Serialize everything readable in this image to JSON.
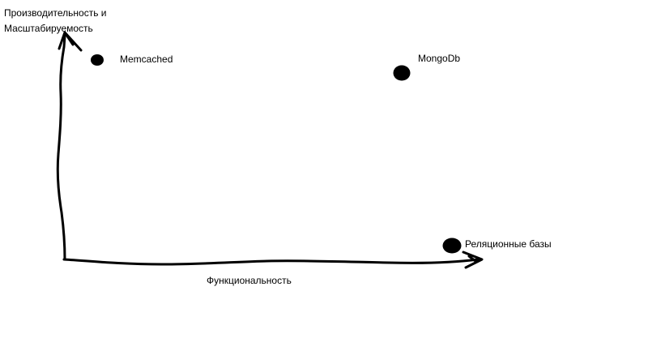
{
  "diagram": {
    "axis_y_label_line1": "Производительность и",
    "axis_y_label_line2": "Масштабируемость",
    "axis_x_label": "Функциональность",
    "ink_color": "#000000",
    "background_color": "#ffffff",
    "points": [
      {
        "label": "Memcached"
      },
      {
        "label": "MongoDb"
      },
      {
        "label": "Реляционные базы"
      }
    ]
  }
}
